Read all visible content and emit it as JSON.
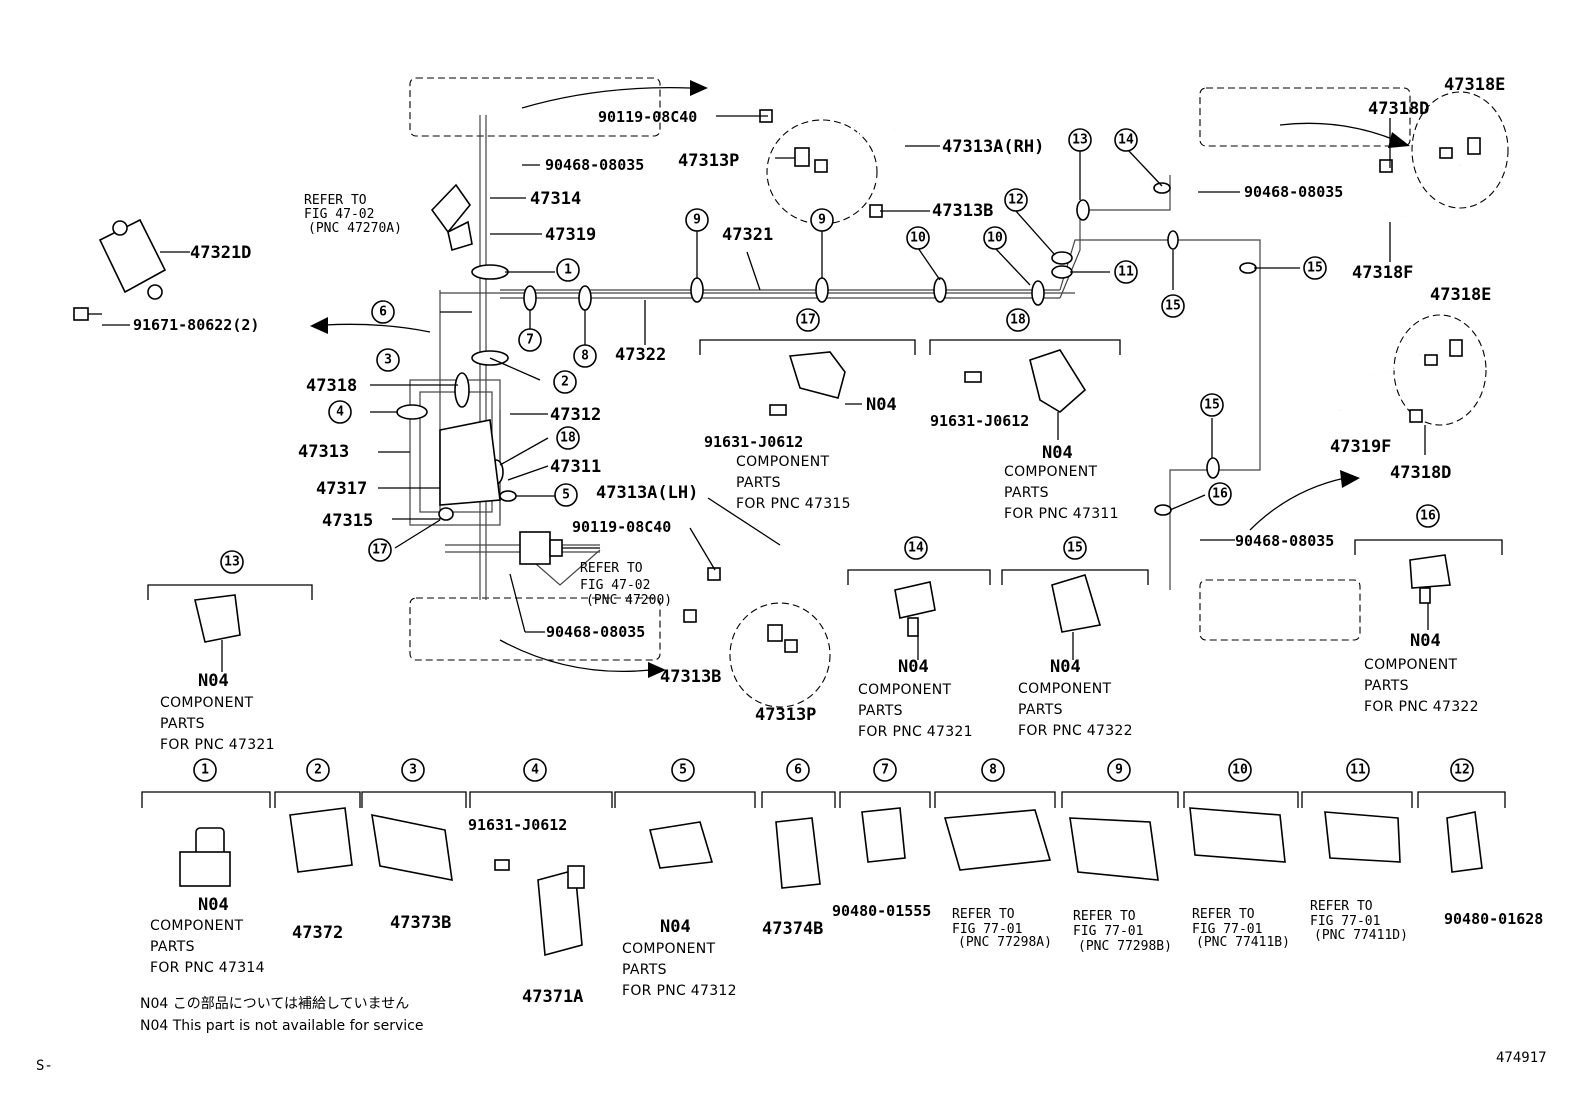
{
  "top_labels": {
    "p90119_08c40_top": "90119-08C40",
    "p90468_08035_a": "90468-08035",
    "p47314": "47314",
    "p47319": "47319",
    "p47321d": "47321D",
    "p91671": "91671-80622(2)",
    "p47313p_top": "47313P",
    "p47313a_rh": "47313A(RH)",
    "p47313b_top": "47313B",
    "p47321": "47321",
    "p47322": "47322",
    "p47318": "47318",
    "p47313": "47313",
    "p47317": "47317",
    "p47315": "47315",
    "p47312": "47312",
    "p47311": "47311",
    "p47313a_lh": "47313A(LH)",
    "p90119_08c40_mid": "90119-08C40",
    "p90468_08035_b": "90468-08035",
    "p47313b_bot": "47313B",
    "p47313p_bot": "47313P",
    "p47318d_top": "47318D",
    "p47318e_top": "47318E",
    "p90468_08035_c": "90468-08035",
    "p47318f": "47318F",
    "p47318e_mid": "47318E",
    "p47319f": "47319F",
    "p47318d_mid": "47318D",
    "p90468_08035_d": "90468-08035",
    "p91631_j0612_a": "91631-J0612",
    "p91631_j0612_b": "91631-J0612"
  },
  "refer_notes": {
    "fig47_02_a": [
      "REFER TO",
      "FIG 47-02",
      "(PNC 47270A)"
    ],
    "fig47_02_b": [
      "REFER TO",
      "FIG 47-02",
      "(PNC 47200)"
    ]
  },
  "callout_numbers": [
    "1",
    "2",
    "3",
    "4",
    "5",
    "6",
    "7",
    "8",
    "9",
    "10",
    "11",
    "12",
    "13",
    "14",
    "15",
    "16",
    "17",
    "18"
  ],
  "component_notes": {
    "c17": [
      "COMPONENT",
      "PARTS",
      "FOR PNC 47315"
    ],
    "c18": [
      "N04",
      "COMPONENT",
      "PARTS",
      "FOR PNC 47311"
    ],
    "c13": [
      "N04",
      "COMPONENT",
      "PARTS",
      "FOR PNC 47321"
    ],
    "c14": [
      "N04",
      "COMPONENT",
      "PARTS",
      "FOR PNC 47321"
    ],
    "c15": [
      "N04",
      "COMPONENT",
      "PARTS",
      "FOR PNC 47322"
    ],
    "c16": [
      "N04",
      "COMPONENT",
      "PARTS",
      "FOR PNC 47322"
    ],
    "n04_17": "N04"
  },
  "bottom_items": [
    {
      "callout": "1",
      "lines": [
        "N04",
        "COMPONENT",
        "PARTS",
        "FOR PNC 47314"
      ]
    },
    {
      "callout": "2",
      "lines": [
        "47372"
      ]
    },
    {
      "callout": "3",
      "lines": [
        "47373B"
      ]
    },
    {
      "callout": "4",
      "lines": [
        "91631-J0612",
        "47371A"
      ]
    },
    {
      "callout": "5",
      "lines": [
        "N04",
        "COMPONENT",
        "PARTS",
        "FOR PNC 47312"
      ]
    },
    {
      "callout": "6",
      "lines": [
        "47374B"
      ]
    },
    {
      "callout": "7",
      "lines": [
        "90480-01555"
      ]
    },
    {
      "callout": "8",
      "lines": [
        "REFER TO",
        "FIG 77-01",
        "(PNC 77298A)"
      ]
    },
    {
      "callout": "9",
      "lines": [
        "REFER TO",
        "FIG 77-01",
        "(PNC 77298B)"
      ]
    },
    {
      "callout": "10",
      "lines": [
        "REFER TO",
        "FIG 77-01",
        "(PNC 77411B)"
      ]
    },
    {
      "callout": "11",
      "lines": [
        "REFER TO",
        "FIG 77-01",
        "(PNC 77411D)"
      ]
    },
    {
      "callout": "12",
      "lines": [
        "90480-01628"
      ]
    }
  ],
  "footnotes": {
    "jp": "N04 この部品については補給していません",
    "en": "N04 This part is not available for service"
  },
  "corner": {
    "left": "S-",
    "right": "474917"
  }
}
